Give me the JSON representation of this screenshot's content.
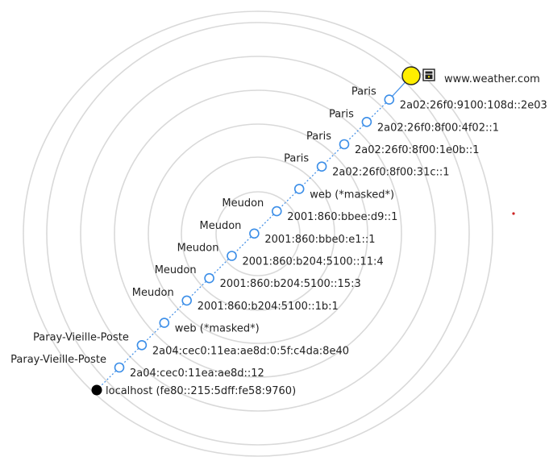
{
  "source": {
    "label": "localhost (fe80::215:5dff:fe58:9760)",
    "color": "#000000"
  },
  "destination": {
    "label": "www.weather.com",
    "color": "#ffee00",
    "badge_icon": "lock-icon"
  },
  "accent": "#3b8ee8",
  "hops": [
    {
      "address": "2a04:cec0:11ea:ae8d::12",
      "location": "Paray-Vieille-Poste"
    },
    {
      "address": "2a04:cec0:11ea:ae8d:0:5f:c4da:8e40",
      "location": "Paray-Vieille-Poste"
    },
    {
      "address": "web (*masked*)",
      "location": ""
    },
    {
      "address": "2001:860:b204:5100::1b:1",
      "location": "Meudon"
    },
    {
      "address": "2001:860:b204:5100::15:3",
      "location": "Meudon"
    },
    {
      "address": "2001:860:b204:5100::11:4",
      "location": "Meudon"
    },
    {
      "address": "2001:860:bbe0:e1::1",
      "location": "Meudon"
    },
    {
      "address": "2001:860:bbee:d9::1",
      "location": "Meudon"
    },
    {
      "address": "web (*masked*)",
      "location": ""
    },
    {
      "address": "2a02:26f0:8f00:31c::1",
      "location": "Paris"
    },
    {
      "address": "2a02:26f0:8f00:1e0b::1",
      "location": "Paris"
    },
    {
      "address": "2a02:26f0:8f00:4f02::1",
      "location": "Paris"
    },
    {
      "address": "2a02:26f0:9100:108d::2e03",
      "location": "Paris"
    }
  ]
}
